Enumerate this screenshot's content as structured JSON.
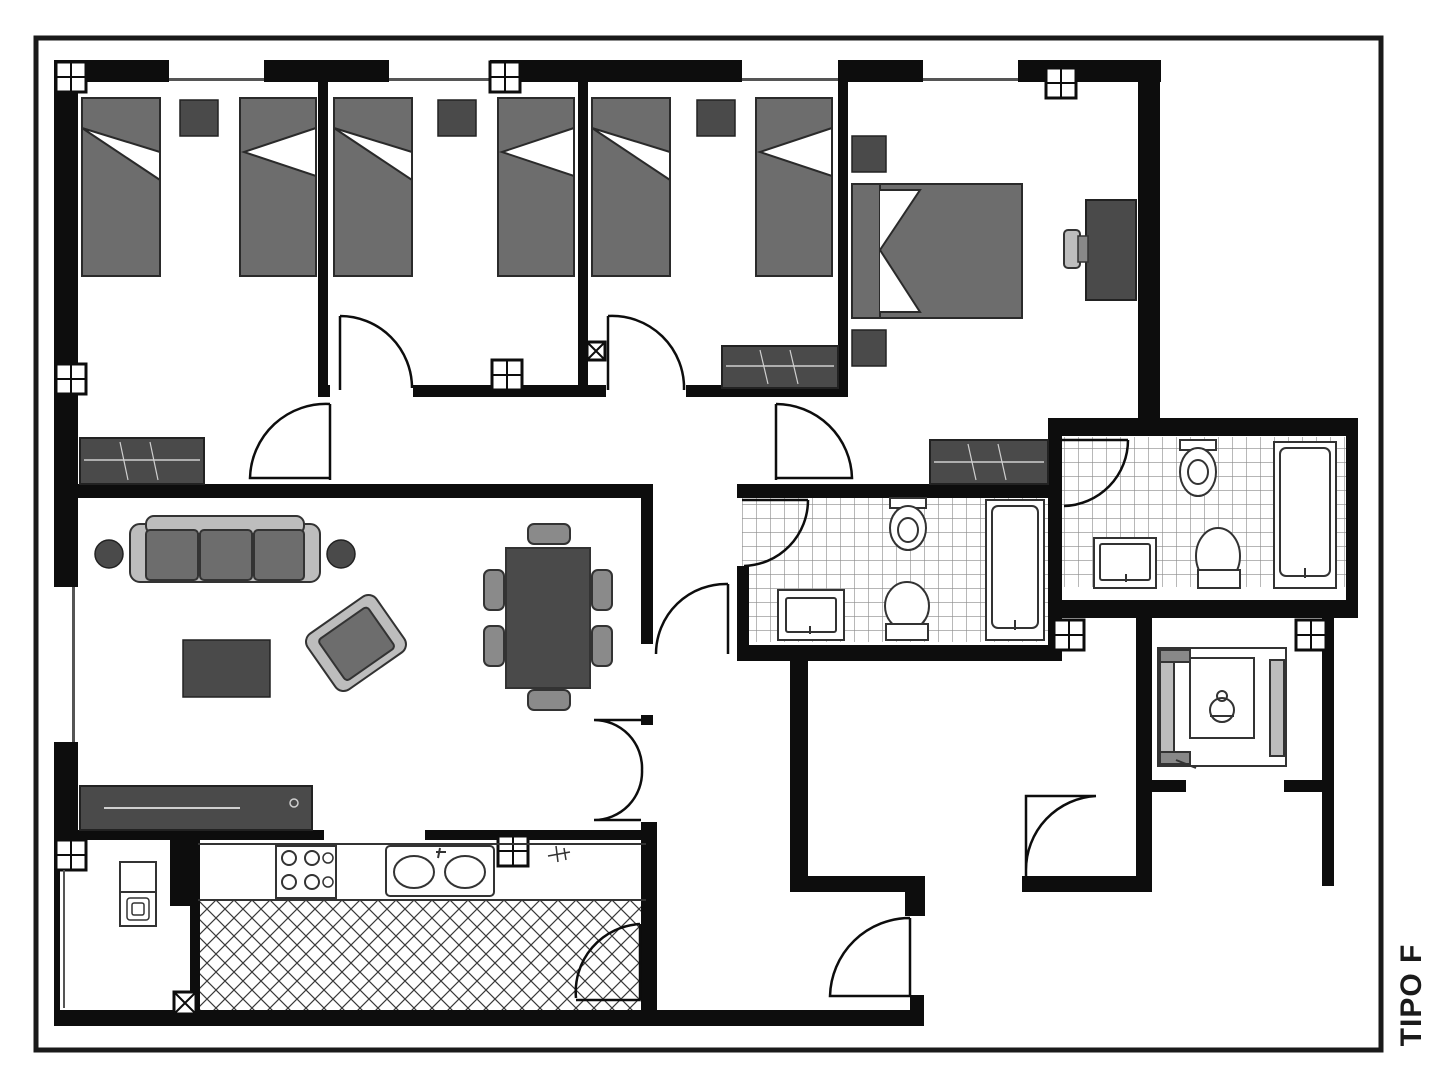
{
  "plan": {
    "label": "TIPO F"
  },
  "colors": {
    "wall": "#0d0d0d",
    "furniture": "#6d6d6d",
    "furniture_dark": "#4a4a4a",
    "furniture_light": "#bdbdbd",
    "tile_line": "#8a8a8a",
    "background": "#ffffff"
  },
  "icons": [
    "column-icon",
    "bed-icon",
    "double-bed-icon",
    "nightstand-icon",
    "wardrobe-icon",
    "desk-icon",
    "sofa-icon",
    "armchair-icon",
    "side-table-icon",
    "coffee-table-icon",
    "dining-table-icon",
    "chair-icon",
    "tv-unit-icon",
    "cooktop-icon",
    "sink-icon",
    "washbasin-icon",
    "toilet-icon",
    "bidet-icon",
    "bathtub-icon",
    "washing-machine-icon",
    "accessible-toilet-icon",
    "door-swing-icon",
    "tile-pattern",
    "parquet-pattern"
  ]
}
